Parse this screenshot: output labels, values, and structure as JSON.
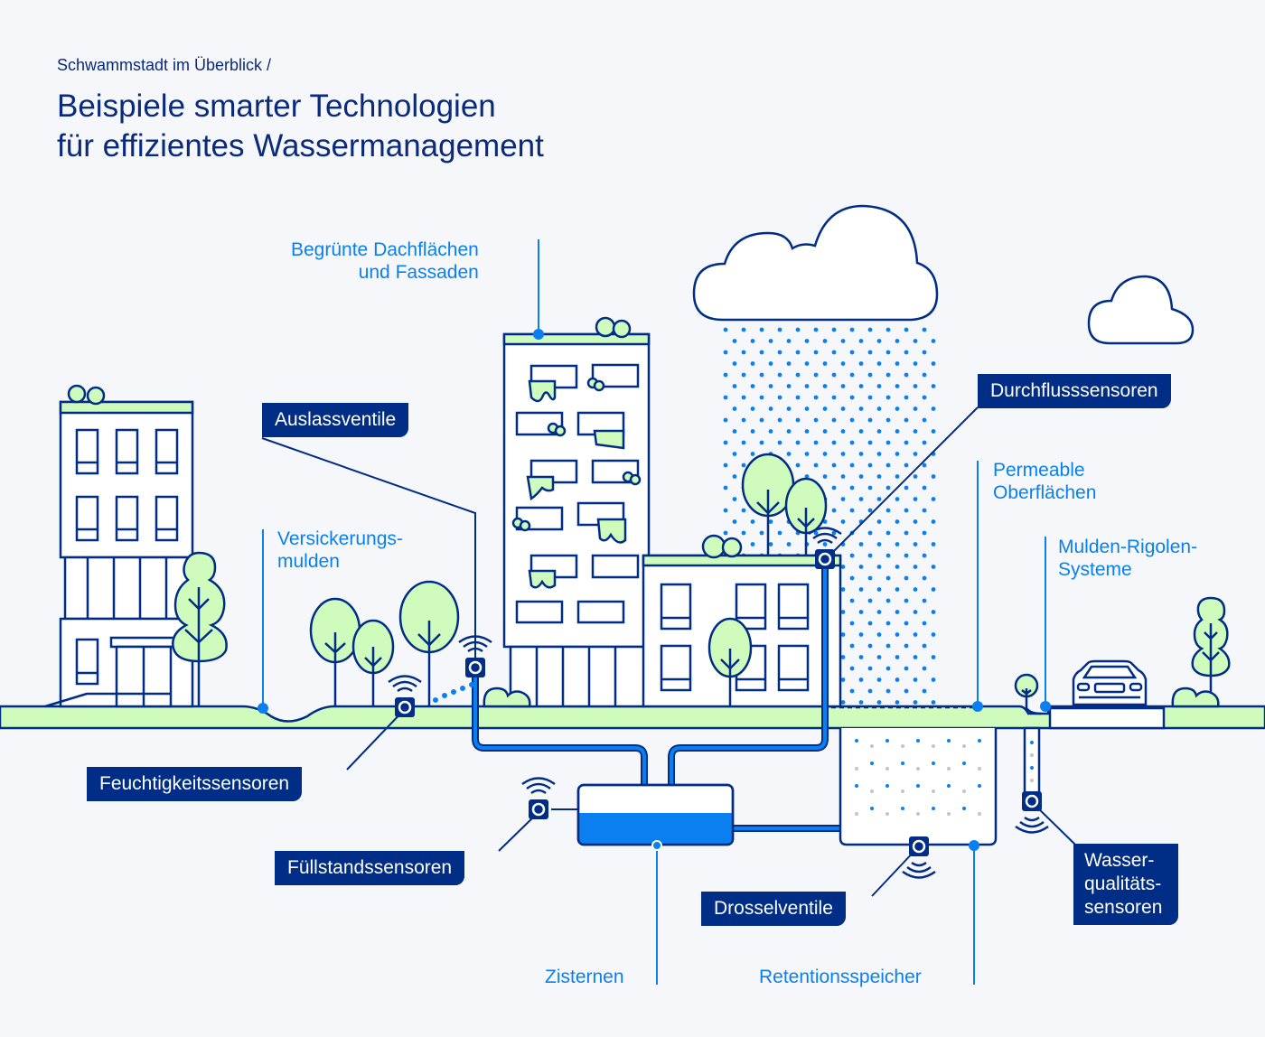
{
  "header": {
    "breadcrumb": "Schwammstadt im Überblick  /",
    "title_line1": "Beispiele smarter Technologien",
    "title_line2": "für effizientes Wassermanagement"
  },
  "colors": {
    "navy": "#002d85",
    "blue_accent": "#0a80f0",
    "green_fill": "#cffcbc",
    "background": "#f6f7fa",
    "water_fill": "#0a80f0"
  },
  "sensor_labels": {
    "auslassventile": "Auslassventile",
    "durchflusssensoren": "Durchflusssensoren",
    "feuchtigkeitssensoren": "Feuchtigkeitssensoren",
    "fuellstandssensoren": "Füllstandssensoren",
    "drosselventile": "Drosselventile",
    "wasserqualitaet_line1": "Wasser-",
    "wasserqualitaet_line2": "qualitäts-",
    "wasserqualitaet_line3": "sensoren"
  },
  "infrastructure_labels": {
    "begruente_line1": "Begrünte Dachflächen",
    "begruente_line2": "und Fassaden",
    "versickerung_line1": "Versickerungs-",
    "versickerung_line2": "mulden",
    "permeable_line1": "Permeable",
    "permeable_line2": "Oberflächen",
    "mulden_rigolen_line1": "Mulden-Rigolen-",
    "mulden_rigolen_line2": "Systeme",
    "zisternen": "Zisternen",
    "retentionsspeicher": "Retentionsspeicher"
  },
  "icons": [
    "cloud-icon",
    "rain-icon",
    "building-icon",
    "tree-icon",
    "bush-icon",
    "sensor-icon",
    "wifi-signal-icon",
    "car-icon",
    "cistern-tank-icon",
    "retention-tank-icon",
    "pipe-icon"
  ]
}
